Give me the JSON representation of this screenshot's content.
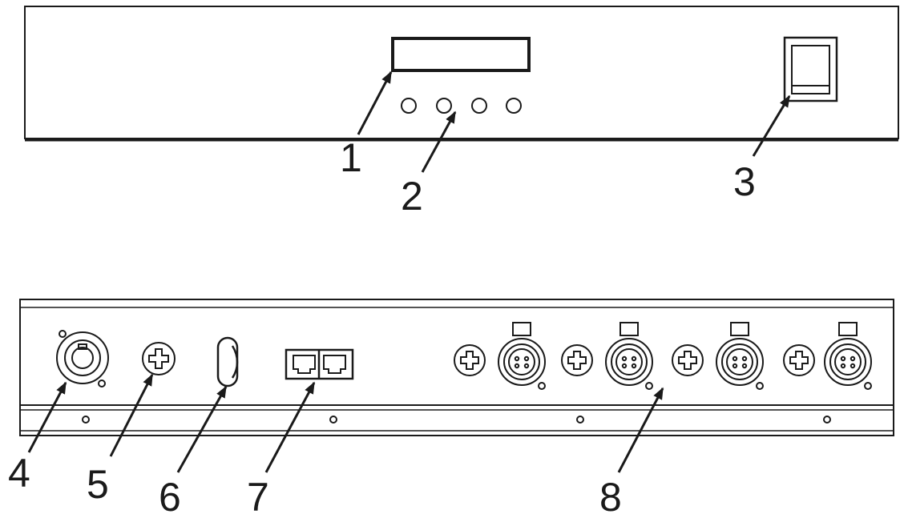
{
  "callouts": {
    "c1": "1",
    "c2": "2",
    "c3": "3",
    "c4": "4",
    "c5": "5",
    "c6": "6",
    "c7": "7",
    "c8": "8"
  },
  "front_panel": {
    "display": "lcd-display",
    "buttons": [
      "button",
      "button",
      "button",
      "button"
    ],
    "power_switch": "power-switch"
  },
  "rear_panel": {
    "power_input": "powercon-connector",
    "ground": "ground-screw",
    "cable_clip": "cable-clip",
    "network": [
      "rj45-port",
      "rj45-port"
    ],
    "xlr_outputs": [
      "xlr-connector",
      "xlr-connector",
      "xlr-connector",
      "xlr-connector"
    ]
  },
  "colors": {
    "line": "#1a1a1a",
    "background": "#ffffff"
  }
}
